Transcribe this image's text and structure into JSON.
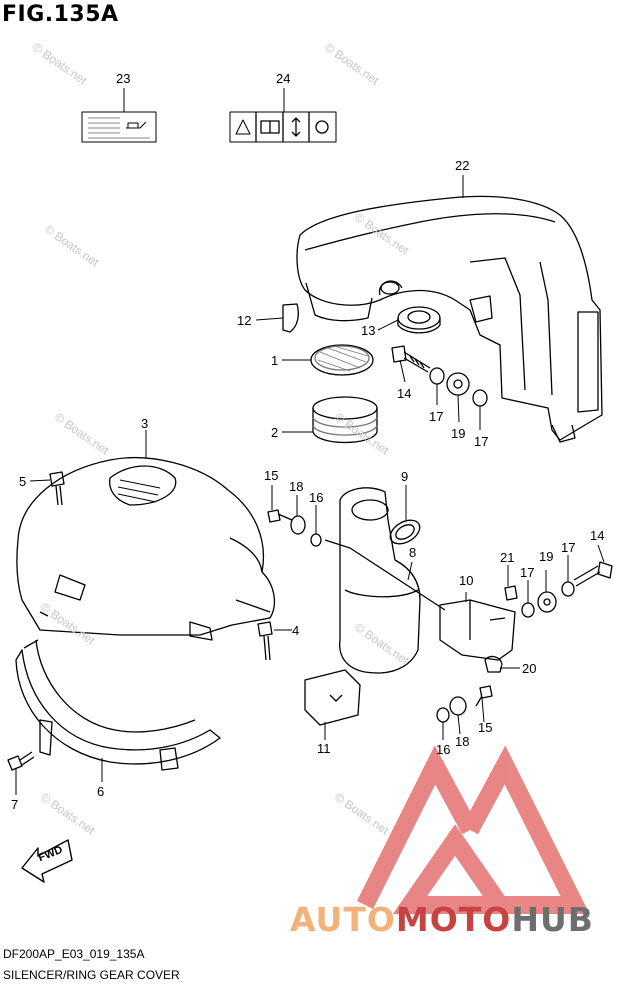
{
  "figure": {
    "title": "FIG.135A"
  },
  "callouts": [
    "23",
    "24",
    "22",
    "12",
    "13",
    "1",
    "14",
    "17",
    "19",
    "17",
    "2",
    "3",
    "5",
    "15",
    "18",
    "16",
    "9",
    "8",
    "21",
    "17",
    "19",
    "17",
    "14",
    "10",
    "4",
    "20",
    "16",
    "18",
    "15",
    "11",
    "7",
    "6"
  ],
  "watermark": {
    "text": "© Boats.net"
  },
  "footer": {
    "code": "DF200AP_E03_019_135A",
    "caption": "SILENCER/RING GEAR COVER"
  },
  "brand": {
    "part1": "AUTO",
    "part2": "MOTO",
    "part3": "HUB",
    "colors": {
      "auto": "#f2b27a",
      "moto": "#c74342",
      "hub": "#6e6e6e",
      "logo": "#e57a78"
    }
  },
  "fwd_label": "FWD"
}
